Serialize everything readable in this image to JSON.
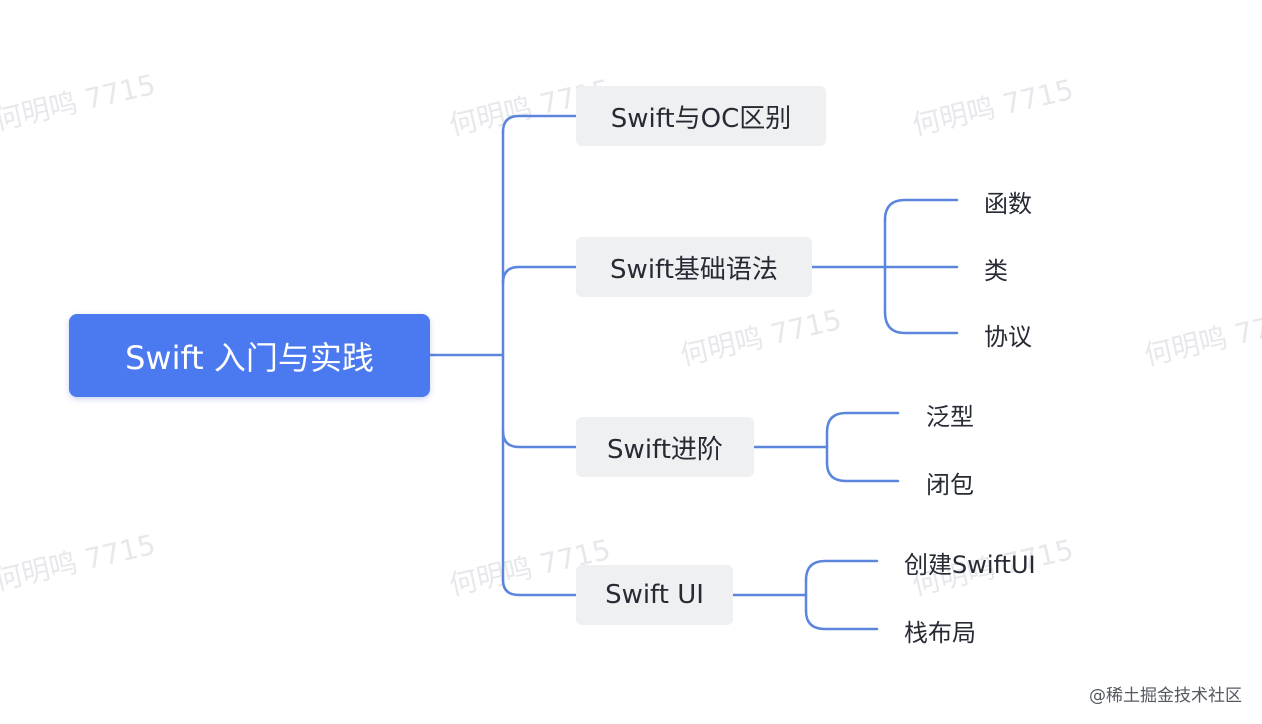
{
  "watermark_text": "何明鸣 7715",
  "root": {
    "label": "Swift 入门与实践"
  },
  "topics": [
    {
      "label": "Swift与OC区别",
      "children": []
    },
    {
      "label": "Swift基础语法",
      "children": [
        "函数",
        "类",
        "协议"
      ]
    },
    {
      "label": "Swift进阶",
      "children": [
        "泛型",
        "闭包"
      ]
    },
    {
      "label": "Swift UI",
      "children": [
        "创建SwiftUI",
        "栈布局"
      ]
    }
  ],
  "credit": "@稀土掘金技术社区",
  "colors": {
    "root_fill": "#4a79f0",
    "connector": "#5b86dc",
    "topic_fill": "#eff0f2",
    "text": "#262a33"
  }
}
